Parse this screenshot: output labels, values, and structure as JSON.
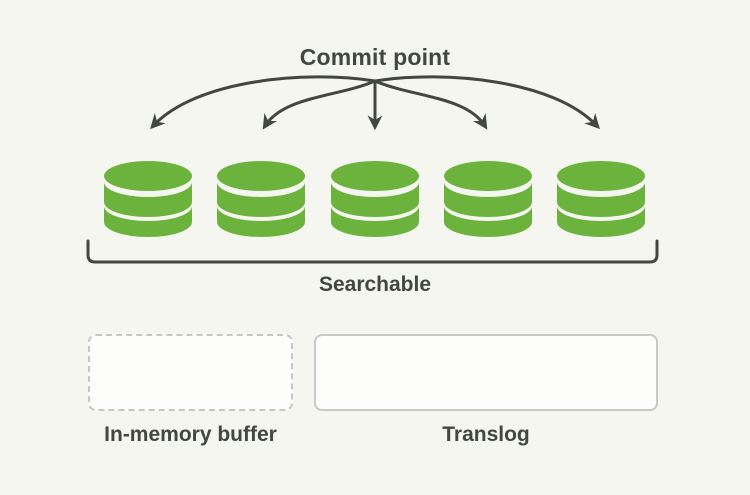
{
  "colors": {
    "background": "#f5f6ef",
    "segment_green": "#6cb33e",
    "ink": "#42473f",
    "box_border": "#c9cac3",
    "dashed_border": "#c6c7c1",
    "box_fill": "#fdfdfc"
  },
  "labels": {
    "commit_point": "Commit point",
    "searchable": "Searchable",
    "in_memory_buffer": "In-memory buffer",
    "translog": "Translog"
  },
  "segments": {
    "count": 5,
    "icon": "database-cylinder-icon"
  }
}
